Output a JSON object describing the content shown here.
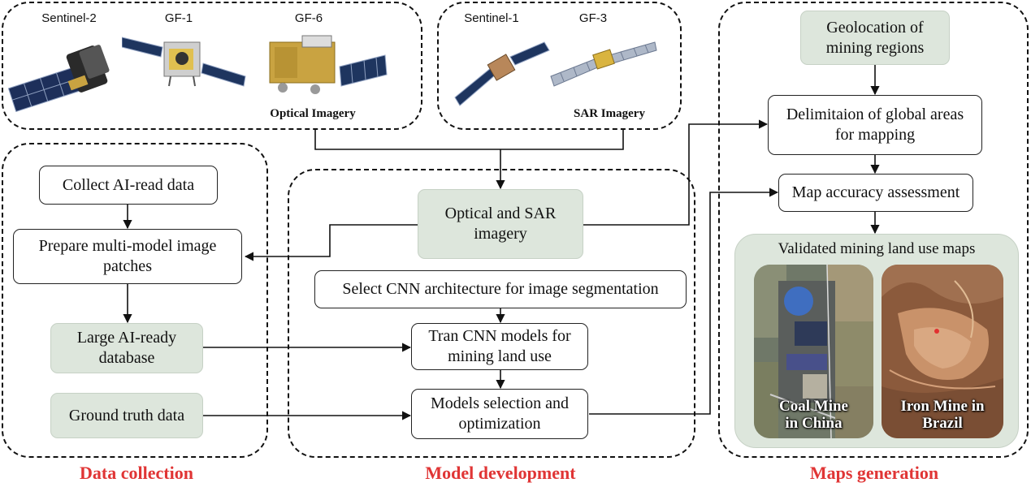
{
  "satellites": {
    "sentinel2": "Sentinel-2",
    "gf1": "GF-1",
    "gf6": "GF-6",
    "sentinel1": "Sentinel-1",
    "gf3": "GF-3",
    "optical_label": "Optical Imagery",
    "sar_label": "SAR Imagery"
  },
  "data_collection": {
    "collect": "Collect AI-read data",
    "prepare": "Prepare multi-model image patches",
    "database": "Large AI-ready database",
    "ground_truth": "Ground truth data",
    "title": "Data collection"
  },
  "model_development": {
    "imagery": "Optical and SAR imagery",
    "select_cnn": "Select CNN architecture for image segmentation",
    "train": "Tran CNN models for mining land use",
    "selection": "Models selection and optimization",
    "title": "Model development"
  },
  "maps_generation": {
    "geolocation": "Geolocation of mining regions",
    "delimitation": "Delimitaion of global areas for mapping",
    "accuracy": "Map accuracy assessment",
    "validated": "Validated mining land use maps",
    "coal": "Coal Mine in China",
    "iron": "Iron Mine in Brazil",
    "title": "Maps generation"
  },
  "colors": {
    "stage_title": "#e03535",
    "green_box": "#dde6dc",
    "validated_panel": "#dde6dc"
  }
}
